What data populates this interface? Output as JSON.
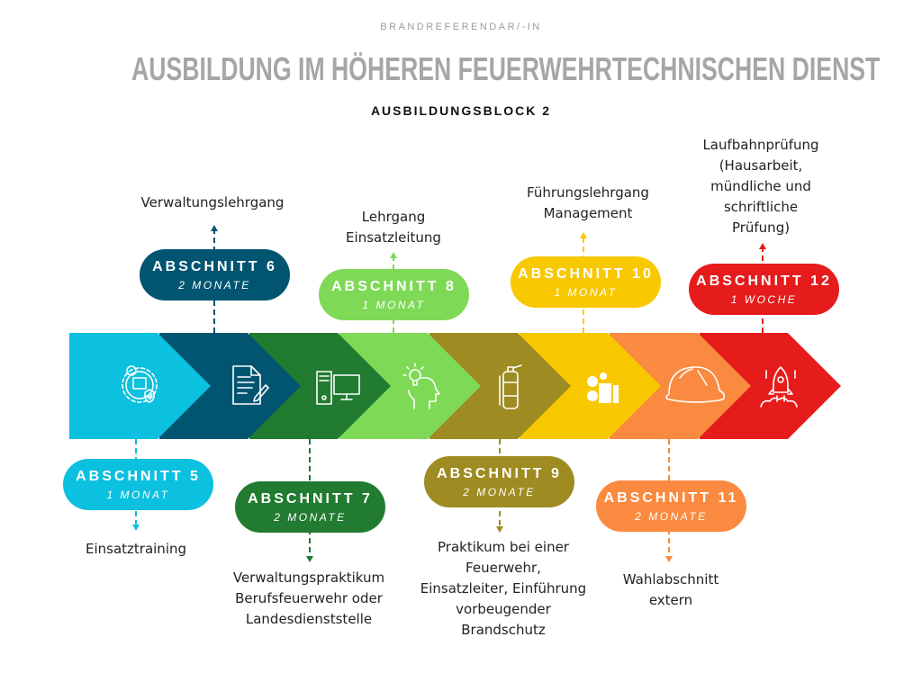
{
  "header": {
    "kicker": "BRANDREFERENDAR/-IN",
    "title": "AUSBILDUNG IM HÖHEREN FEUERWEHRTECHNISCHEN DIENST",
    "subtitle": "AUSBILDUNGSBLOCK 2"
  },
  "sections": [
    {
      "title": "ABSCHNITT 5",
      "duration": "1 MONAT",
      "color": "#0cc0df",
      "icon": "gear-lightbulb-shield-icon",
      "desc": [
        "Einsatztraining"
      ]
    },
    {
      "title": "ABSCHNITT 6",
      "duration": "2 MONATE",
      "color": "#015571",
      "icon": "document-pen-icon",
      "desc": [
        "Verwaltungslehrgang"
      ]
    },
    {
      "title": "ABSCHNITT 7",
      "duration": "2 MONATE",
      "color": "#217b31",
      "icon": "computer-icon",
      "desc": [
        "Verwaltungspraktikum",
        "Berufsfeuerwehr oder",
        "Landesdienststelle"
      ]
    },
    {
      "title": "ABSCHNITT 8",
      "duration": "1 MONAT",
      "color": "#7ed957",
      "icon": "head-lightbulb-icon",
      "desc": [
        "Lehrgang",
        "Einsatzleitung"
      ]
    },
    {
      "title": "ABSCHNITT 9",
      "duration": "2 MONATE",
      "color": "#9e8b21",
      "icon": "fire-extinguisher-icon",
      "desc": [
        "Praktikum bei einer",
        "Feuerwehr,",
        "Einsatzleiter, Einführung",
        "vorbeugender",
        "Brandschutz"
      ]
    },
    {
      "title": "ABSCHNITT 10",
      "duration": "1 MONAT",
      "color": "#f8c800",
      "icon": "management-gears-icon",
      "desc": [
        "Führungslehrgang",
        "Management"
      ]
    },
    {
      "title": "ABSCHNITT 11",
      "duration": "2 MONATE",
      "color": "#f98a3f",
      "icon": "firefighter-helmet-icon",
      "desc": [
        "Wahlabschnitt",
        "extern"
      ]
    },
    {
      "title": "ABSCHNITT 12",
      "duration": "1 WOCHE",
      "color": "#e61c1c",
      "icon": "rocket-icon",
      "desc": [
        "Laufbahnprüfung",
        "(Hausarbeit,",
        "mündliche und",
        "schriftliche",
        "Prüfung)"
      ]
    }
  ]
}
